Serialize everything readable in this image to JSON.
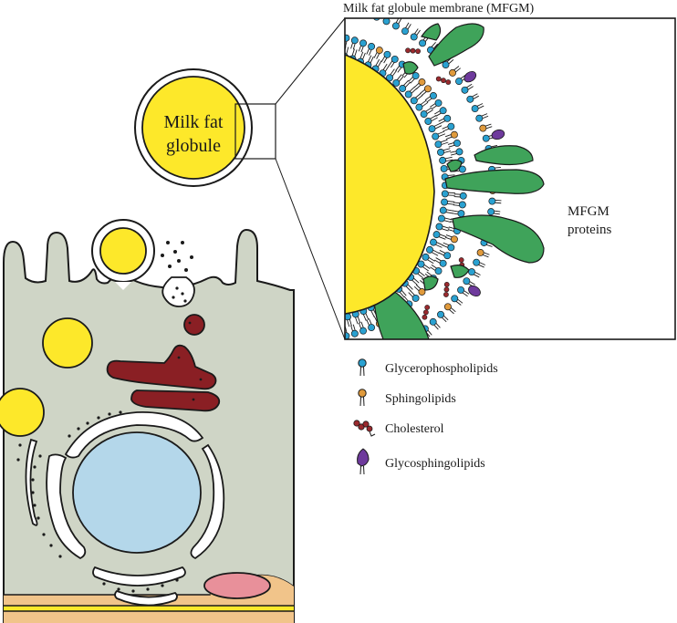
{
  "labels": {
    "mfgm_title": "Milk fat globule membrane (MFGM)",
    "globule_line1": "Milk fat",
    "globule_line2": "globule",
    "proteins_line1": "MFGM",
    "proteins_line2": "proteins"
  },
  "legend": [
    {
      "name": "glycerophospholipids",
      "label": "Glycerophospholipids",
      "color": "#2aa1d1"
    },
    {
      "name": "sphingolipids",
      "label": "Sphingolipids",
      "color": "#e09a3c"
    },
    {
      "name": "cholesterol",
      "label": "Cholesterol",
      "color": "#9a2a2e"
    },
    {
      "name": "glycosphingolipids",
      "label": "Glycosphingolipids",
      "color": "#6e3a9c"
    }
  ],
  "colors": {
    "fat": "#fde82a",
    "cytoplasm": "#cfd5c6",
    "nucleus": "#b4d7ea",
    "golgi": "#8a1f24",
    "protein": "#3fa35a",
    "basement": "#f1c48a",
    "mitochondrion": "#e8909a"
  }
}
